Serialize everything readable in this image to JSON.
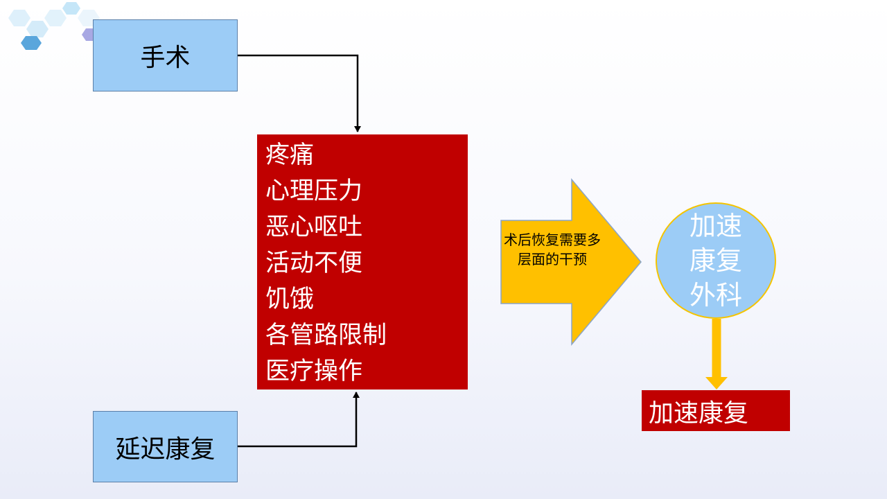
{
  "nodes": {
    "surgery": "手术",
    "delayed_recovery": "延迟康复",
    "factors": [
      "疼痛",
      "心理压力",
      "恶心呕吐",
      "活动不便",
      "饥饿",
      "各管路限制",
      "医疗操作"
    ],
    "arrow_text": "术后恢复需要多层面的干预",
    "eras_lines": [
      "加速",
      "康复",
      "外科"
    ],
    "result": "加速康复"
  },
  "colors": {
    "blue_box": "#9cccf6",
    "red_box": "#c00000",
    "arrow_fill": "#ffc000",
    "circle_border": "#f5c400",
    "connector": "#000000"
  }
}
